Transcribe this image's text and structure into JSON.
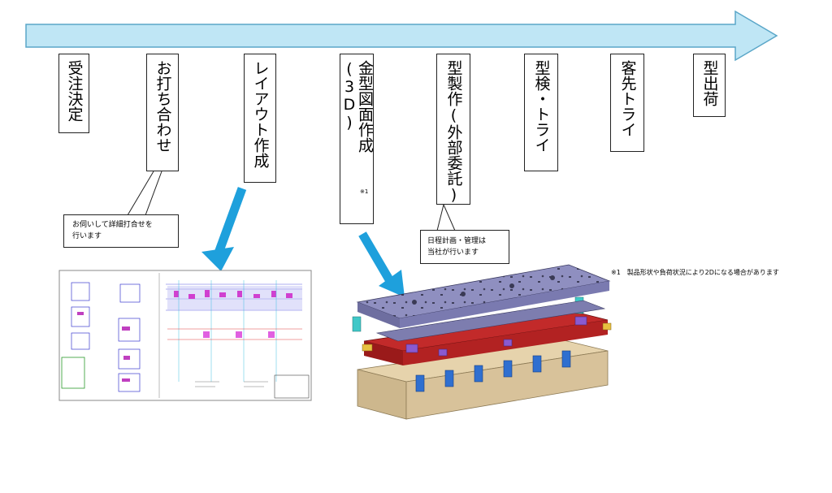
{
  "timeline": {
    "steps": [
      {
        "label": "受注決定"
      },
      {
        "label": "お打ち合わせ"
      },
      {
        "label": "レイアウト作成"
      },
      {
        "label": "金型図面作成(3D)"
      },
      {
        "label": "型製作(外部委託)"
      },
      {
        "label": "型検・トライ"
      },
      {
        "label": "客先トライ"
      },
      {
        "label": "型出荷"
      }
    ],
    "footnote_mark": "※1"
  },
  "callouts": {
    "meeting": {
      "line1": "お伺いして詳細打合せを",
      "line2": "行います"
    },
    "production": {
      "line1": "日程計画・管理は",
      "line2": "当社が行います"
    }
  },
  "note": {
    "text": "※1　製品形状や負荷状況により2Dになる場合があります"
  },
  "colors": {
    "arrow_fill": "#bfe6f5",
    "arrow_stroke": "#5aa6c8",
    "pointer_arrow": "#1ea0dc",
    "plate_top": "#8f8fc0",
    "plate_red": "#b22222",
    "plate_wood": "#d8c29a",
    "pillar_blue": "#2f6fd0"
  },
  "images": {
    "layout_drawing": "layout-drawing",
    "die_model": "die-3d-model"
  }
}
